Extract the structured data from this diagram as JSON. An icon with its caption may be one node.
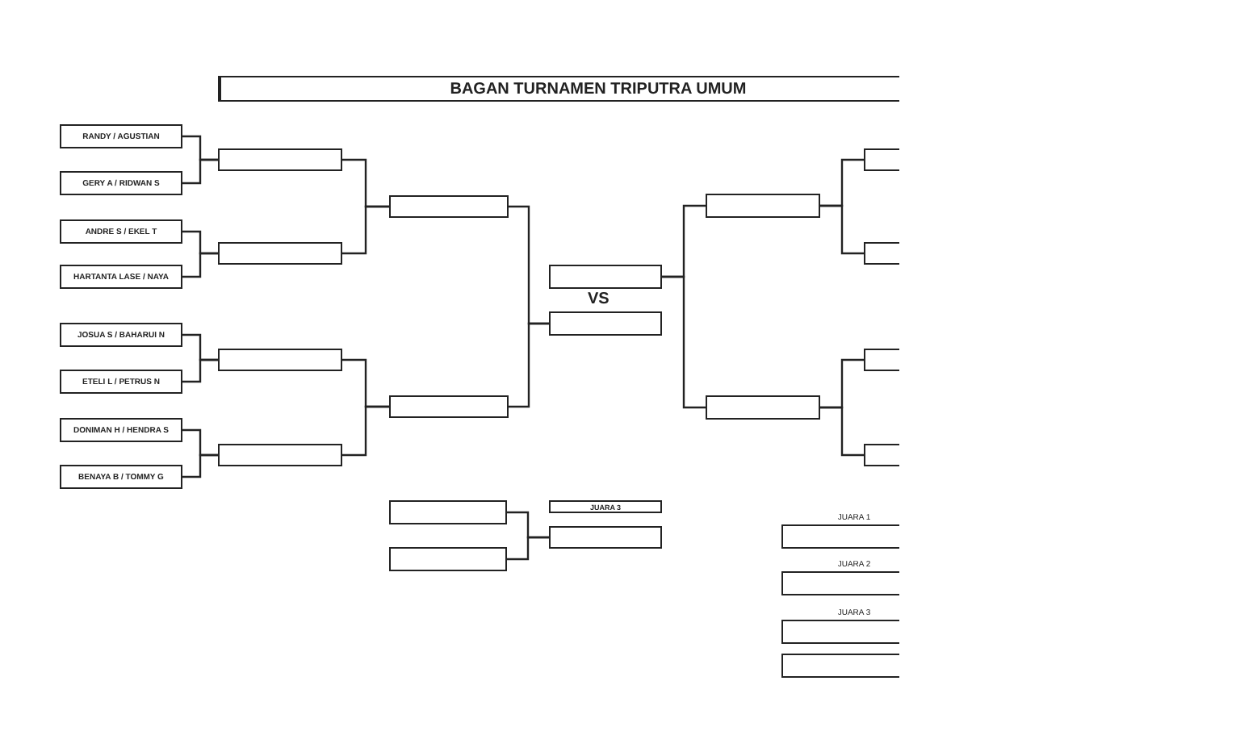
{
  "diagram": {
    "title": "BAGAN TURNAMEN TRIPUTRA UMUM",
    "nodes": [
      {
        "text": [
          "RANDY / AGUSTIAN"
        ]
      },
      {
        "text": [
          "GERY A / RIDWAN S"
        ]
      },
      {
        "text": [
          "ANDRE S / EKEL T"
        ]
      },
      {
        "text": [
          "HARTANTA LASE / NAYA"
        ]
      },
      {
        "text": [
          "JOSUA S / BAHARUI N"
        ]
      },
      {
        "text": [
          "ETELI L / PETRUS N"
        ]
      },
      {
        "text": [
          "DONIMAN H / HENDRA S"
        ]
      },
      {
        "text": [
          "BENAYA B / TOMMY G"
        ]
      },
      {
        "text": [],
        "shape": "box"
      },
      {
        "text": [],
        "shape": "box"
      },
      {
        "text": [],
        "shape": "box"
      },
      {
        "text": [],
        "shape": "box"
      },
      {
        "text": [],
        "shape": "box"
      },
      {
        "text": [],
        "shape": "box"
      },
      {
        "text": [],
        "shape": "box"
      },
      {
        "text": [],
        "shape": "box"
      },
      {
        "text": [],
        "shape": "box"
      },
      {
        "text": [],
        "shape": "box"
      },
      {
        "text": [],
        "shape": "box"
      },
      {
        "text": [],
        "shape": "box"
      },
      {
        "text": [],
        "shape": "box"
      },
      {
        "text": [],
        "shape": "box"
      },
      {
        "text": [],
        "shape": "box"
      },
      {
        "text": [],
        "shape": "box"
      },
      {
        "text": [
          "JUARA 3"
        ]
      },
      {
        "text": [],
        "shape": "box"
      },
      {
        "text": [
          "JUARA 1"
        ]
      },
      {
        "text": [
          "JUARA 2"
        ]
      },
      {
        "text": [
          "JUARA 3"
        ]
      },
      {
        "text": [],
        "shape": "box"
      }
    ],
    "edges": [
      {
        "from": 0,
        "to": 8,
        "arrow": "none"
      },
      {
        "from": 1,
        "to": 8,
        "arrow": "none"
      },
      {
        "from": 2,
        "to": 9,
        "arrow": "none"
      },
      {
        "from": 3,
        "to": 9,
        "arrow": "none"
      },
      {
        "from": 4,
        "to": 10,
        "arrow": "none"
      },
      {
        "from": 5,
        "to": 10,
        "arrow": "none"
      },
      {
        "from": 6,
        "to": 11,
        "arrow": "none"
      },
      {
        "from": 7,
        "to": 11,
        "arrow": "none"
      },
      {
        "from": 8,
        "to": 12,
        "arrow": "none"
      },
      {
        "from": 9,
        "to": 12,
        "arrow": "none"
      },
      {
        "from": 10,
        "to": 13,
        "arrow": "none"
      },
      {
        "from": 11,
        "to": 13,
        "arrow": "none"
      },
      {
        "from": 12,
        "to": 15,
        "arrow": "none"
      },
      {
        "from": 13,
        "to": 15,
        "arrow": "none"
      },
      {
        "from": 16,
        "to": 14,
        "arrow": "none"
      },
      {
        "from": 17,
        "to": 14,
        "arrow": "none"
      },
      {
        "from": 18,
        "to": 16,
        "arrow": "none"
      },
      {
        "from": 19,
        "to": 16,
        "arrow": "none"
      },
      {
        "from": 20,
        "to": 17,
        "arrow": "none"
      },
      {
        "from": 21,
        "to": 17,
        "arrow": "none"
      },
      {
        "from": 22,
        "to": 25,
        "arrow": "none"
      },
      {
        "from": 23,
        "to": 25,
        "arrow": "none"
      }
    ],
    "labels": [
      "VS"
    ]
  }
}
